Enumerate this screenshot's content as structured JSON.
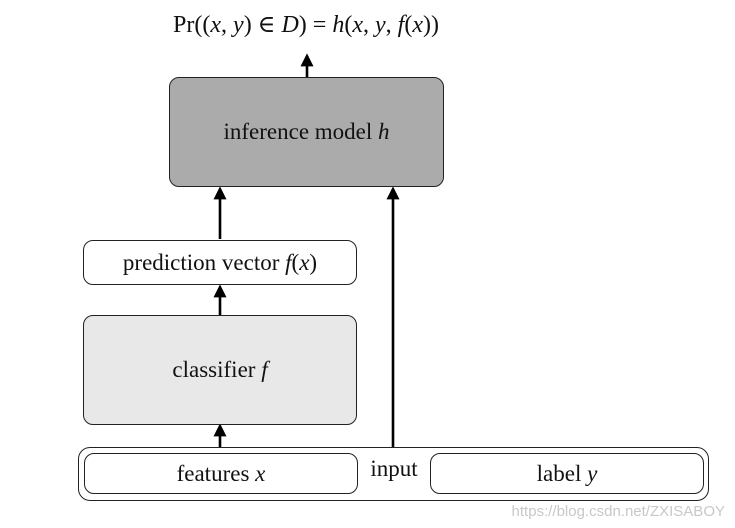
{
  "formula": {
    "prefix": "Pr((",
    "x": "x",
    "comma1": ", ",
    "y": "y",
    "in_d": ") ∈ ",
    "D": "D",
    "close_eq": ") = ",
    "h": "h",
    "open2": "(",
    "x2": "x",
    "comma2": ", ",
    "y2": "y",
    "comma3": ", ",
    "f": "f",
    "open3": "(",
    "x3": "x",
    "close_end": "))"
  },
  "inference_model": {
    "label": "inference model ",
    "var": "h",
    "fill": "#ababab"
  },
  "prediction_vector": {
    "label": "prediction vector ",
    "var_f": "f",
    "open": "(",
    "var_x": "x",
    "close": ")"
  },
  "classifier": {
    "label": "classifier ",
    "var": "f",
    "fill": "#e8e8e8"
  },
  "input": {
    "label": "input",
    "features": {
      "label": "features ",
      "var": "x"
    },
    "label_field": {
      "label": "label ",
      "var": "y"
    }
  },
  "watermark": "https://blog.csdn.net/ZXISABOY"
}
